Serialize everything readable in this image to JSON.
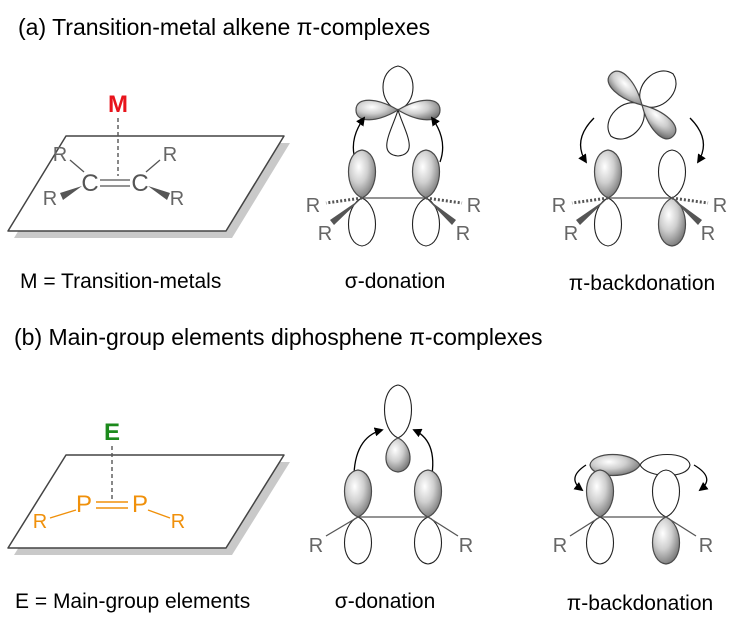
{
  "section_a": {
    "heading": "(a) Transition-metal alkene π-complexes",
    "metal_label": "M",
    "carbon_label": "C",
    "substituent_label": "R",
    "legend": "M = Transition-metals",
    "sigma_caption": "σ-donation",
    "pi_caption": "π-backdonation"
  },
  "section_b": {
    "heading": "(b) Main-group elements diphosphene π-complexes",
    "element_label": "E",
    "phosphorus_label": "P",
    "substituent_label": "R",
    "legend": "E = Main-group elements",
    "sigma_caption": "σ-donation",
    "pi_caption": "π-backdonation"
  },
  "colors": {
    "metal": "#e8141c",
    "main_group_element": "#1c8a1c",
    "diphosphene": "#f0900a",
    "orbital_shaded": "#9a9a9a",
    "plane_shadow": "#c8c8c8"
  }
}
